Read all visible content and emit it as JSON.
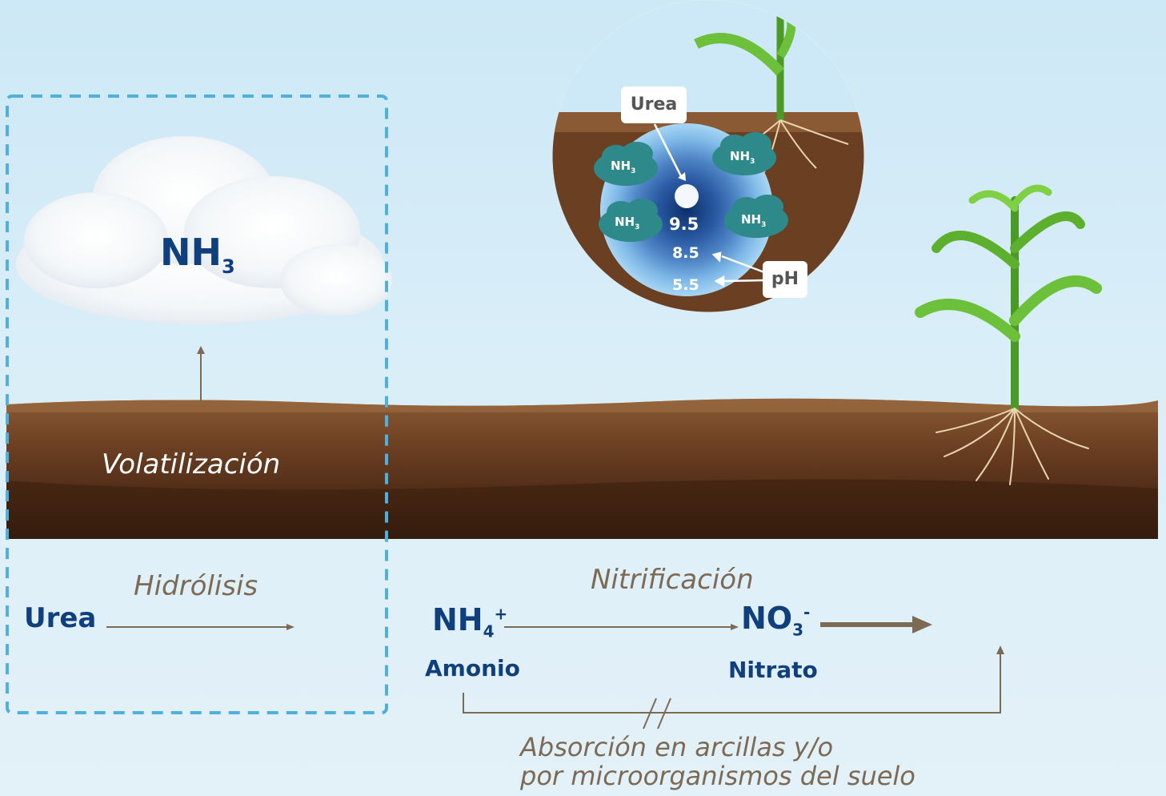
{
  "cloud_label": {
    "main": "NH",
    "sub": "3"
  },
  "volatilizacion": "Volatilización",
  "hidrolisis": "Hidrólisis",
  "urea_label": "Urea",
  "nitrificacion": "Nitrificación",
  "ammonium": {
    "main": "NH",
    "sub": "4",
    "sup": "+",
    "name": "Amonio"
  },
  "nitrate": {
    "main": "NO",
    "sub": "3",
    "sup": "-",
    "name": "Nitrato"
  },
  "absorption": {
    "line1": "Absorción en arcillas y/o",
    "line2": "por microorganismos del suelo"
  },
  "inset": {
    "urea": "Urea",
    "ph": "pH",
    "ph_values": [
      "9.5",
      "8.5",
      "5.5"
    ],
    "nh3_main": "NH",
    "nh3_sub": "3"
  },
  "colors": {
    "dark_blue": "#0f3f7c",
    "brown_text": "#7d6a55",
    "soil": "#5a3219",
    "dashed_box": "#4fb0e0"
  }
}
